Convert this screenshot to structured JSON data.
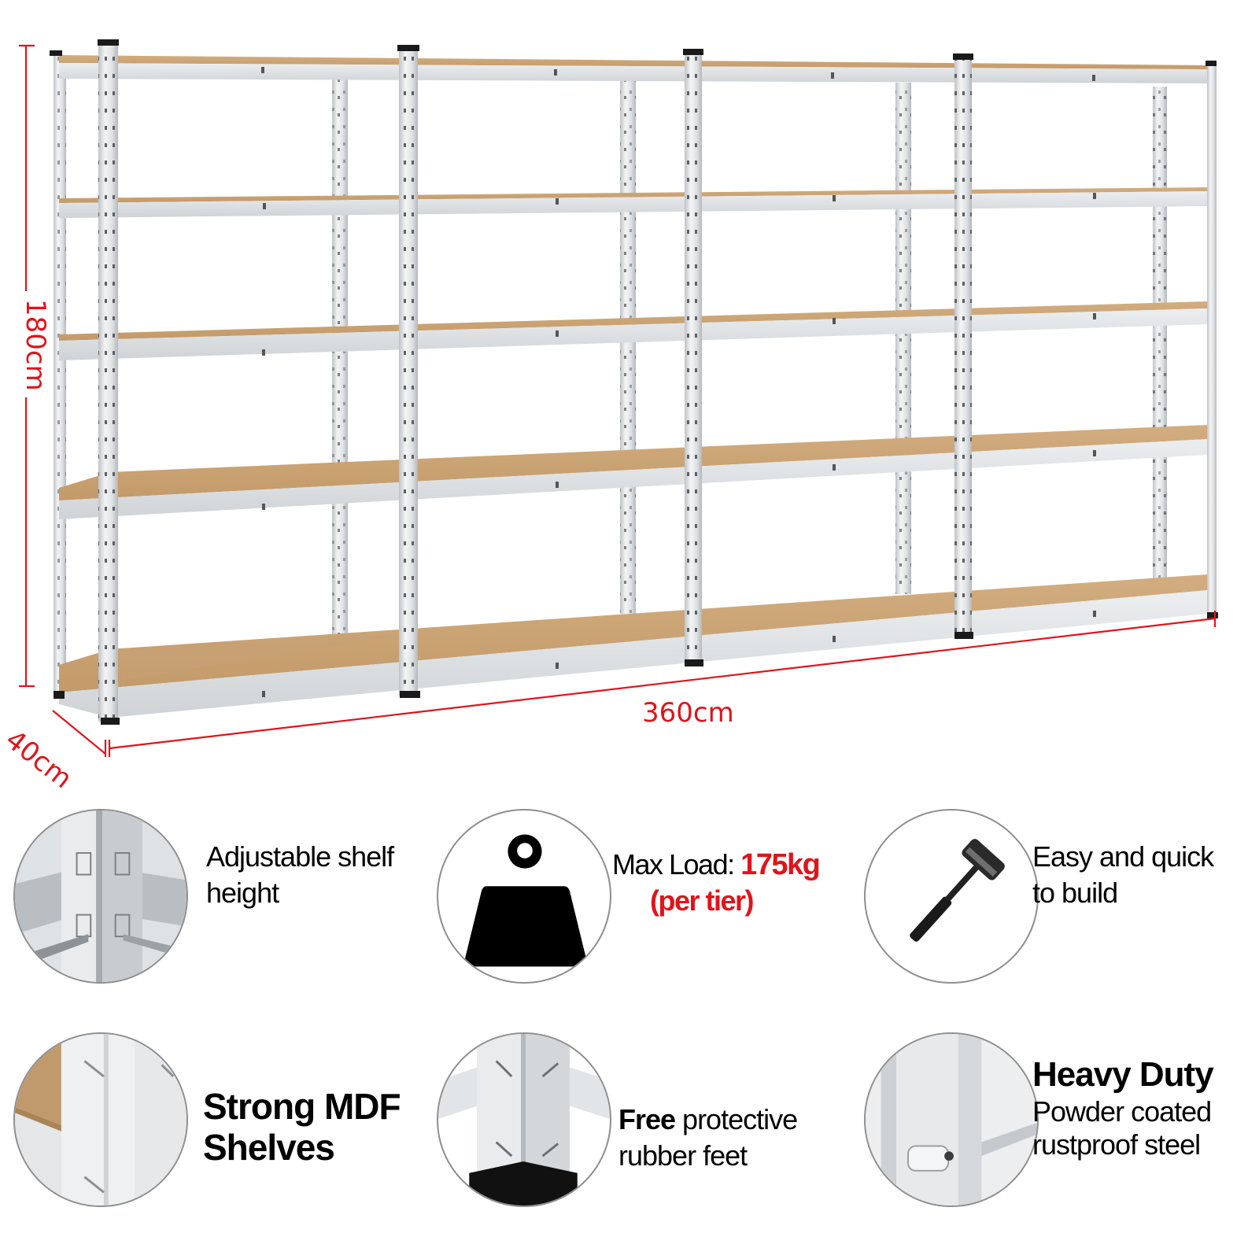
{
  "dimensions": {
    "height": "180cm",
    "width": "360cm",
    "depth": "40cm",
    "line_color": "#e0141b"
  },
  "product": {
    "units": 4,
    "tiers_per_unit": 5,
    "frame_color": "#d9dcdf",
    "shelf_color": "#c9a172"
  },
  "features": [
    {
      "icon": "shelf-bracket-closeup-icon",
      "lines": [
        "Adjustable shelf",
        "height"
      ]
    },
    {
      "icon": "weight-icon",
      "prefix": "Max Load: ",
      "highlight": "175kg",
      "sub": "(per tier)"
    },
    {
      "icon": "mallet-icon",
      "lines": [
        "Easy and quick",
        "to build"
      ]
    },
    {
      "icon": "mdf-shelf-closeup-icon",
      "lines": [
        "Strong MDF",
        "Shelves"
      ]
    },
    {
      "icon": "rubber-foot-icon",
      "bold": "Free",
      "rest": " protective",
      "line2": "rubber feet"
    },
    {
      "icon": "steel-closeup-icon",
      "title": "Heavy Duty",
      "lines": [
        "Powder coated",
        "rustproof steel"
      ]
    }
  ]
}
